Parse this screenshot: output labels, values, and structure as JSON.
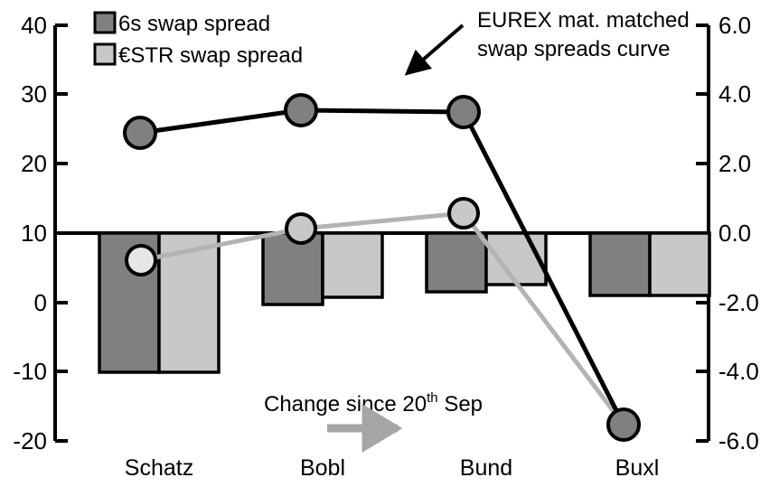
{
  "chart_data": {
    "type": "bar",
    "title": "",
    "subtitle": "",
    "xlabel": "",
    "ylabel": "",
    "categories": [
      "Schatz",
      "Bobl",
      "Bund",
      "Buxl"
    ],
    "grid": false,
    "legend_position": "top-left",
    "left_axis": {
      "label": "",
      "ticks": [
        "40",
        "30",
        "20",
        "10",
        "0",
        "-10",
        "-20"
      ],
      "tick_values": [
        40,
        30,
        20,
        10,
        0,
        -10,
        -20
      ],
      "ylim": [
        -20,
        40
      ],
      "zero_line_value": 10
    },
    "right_axis": {
      "label": "",
      "ticks": [
        "6.0",
        "4.0",
        "2.0",
        "0.0",
        "-2.0",
        "-4.0",
        "-6.0"
      ],
      "tick_values": [
        6.0,
        4.0,
        2.0,
        0.0,
        -2.0,
        -4.0,
        -6.0
      ],
      "ylim": [
        -6.0,
        6.0
      ]
    },
    "series": [
      {
        "name": "6s swap spread",
        "type": "bar",
        "axis": "right",
        "color": "#808080",
        "values": [
          -4.1,
          -2.0,
          -1.7,
          -1.2
        ]
      },
      {
        "name": "€STR swap spread",
        "type": "bar",
        "axis": "right",
        "color": "#c8c8c8",
        "values": [
          -4.1,
          -1.85,
          -1.5,
          -1.2
        ]
      },
      {
        "name": "EUREX mat. matched swap spreads curve",
        "type": "line",
        "axis": "left",
        "color": "#000000",
        "marker_fill": "#808080",
        "values": [
          24.6,
          27.9,
          27.4,
          -17.6
        ]
      },
      {
        "name": "Change since 20th Sep",
        "type": "line",
        "axis": "left",
        "color": "#b3b3b3",
        "marker_fill": "#c8c8c8",
        "values": [
          6.1,
          10.7,
          12.9,
          -17.6
        ]
      }
    ]
  },
  "legend": {
    "items": [
      {
        "label": "6s swap spread",
        "color": "#808080"
      },
      {
        "label": "€STR swap spread",
        "color": "#c8c8c8"
      }
    ]
  },
  "annotations": {
    "curve_note": {
      "line1": "EUREX mat. matched",
      "line2": "swap spreads curve"
    },
    "change_note": {
      "prefix": "Change since 20",
      "sup": "th",
      "suffix": " Sep"
    }
  },
  "axis_left_ticks": [
    "40",
    "30",
    "20",
    "10",
    "0",
    "-10",
    "-20"
  ],
  "axis_right_ticks": [
    "6.0",
    "4.0",
    "2.0",
    "0.0",
    "-2.0",
    "-4.0",
    "-6.0"
  ],
  "categories": [
    "Schatz",
    "Bobl",
    "Bund",
    "Buxl"
  ]
}
